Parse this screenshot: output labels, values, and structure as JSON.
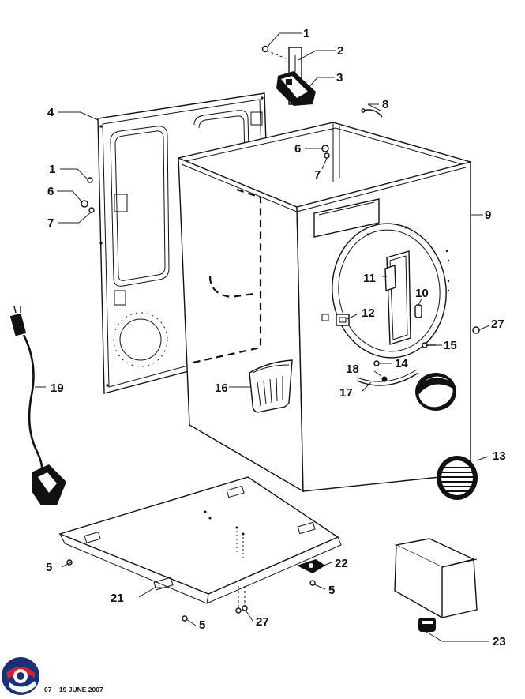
{
  "callouts": [
    {
      "id": "c1a",
      "text": "1"
    },
    {
      "id": "c2",
      "text": "2"
    },
    {
      "id": "c3",
      "text": "3"
    },
    {
      "id": "c4",
      "text": "4"
    },
    {
      "id": "c8",
      "text": "8"
    },
    {
      "id": "c6a",
      "text": "6"
    },
    {
      "id": "c7a",
      "text": "7"
    },
    {
      "id": "c1b",
      "text": "1"
    },
    {
      "id": "c6b",
      "text": "6"
    },
    {
      "id": "c7b",
      "text": "7"
    },
    {
      "id": "c9",
      "text": "9"
    },
    {
      "id": "c11",
      "text": "11"
    },
    {
      "id": "c10",
      "text": "10"
    },
    {
      "id": "c12",
      "text": "12"
    },
    {
      "id": "c27a",
      "text": "27"
    },
    {
      "id": "c15",
      "text": "15"
    },
    {
      "id": "c18",
      "text": "18"
    },
    {
      "id": "c14",
      "text": "14"
    },
    {
      "id": "c19",
      "text": "19"
    },
    {
      "id": "c16",
      "text": "16"
    },
    {
      "id": "c17",
      "text": "17"
    },
    {
      "id": "c13",
      "text": "13"
    },
    {
      "id": "c22",
      "text": "22"
    },
    {
      "id": "c5a",
      "text": "5"
    },
    {
      "id": "c5b",
      "text": "5"
    },
    {
      "id": "c21",
      "text": "21"
    },
    {
      "id": "c5c",
      "text": "5"
    },
    {
      "id": "c27b",
      "text": "27"
    },
    {
      "id": "c23",
      "text": "23"
    }
  ],
  "footer": {
    "page_fragment": "07",
    "date": "19 JUNE 2007"
  },
  "colors": {
    "line": "#111111",
    "logo_blue": "#1c2f7a",
    "logo_red": "#d6202a"
  }
}
